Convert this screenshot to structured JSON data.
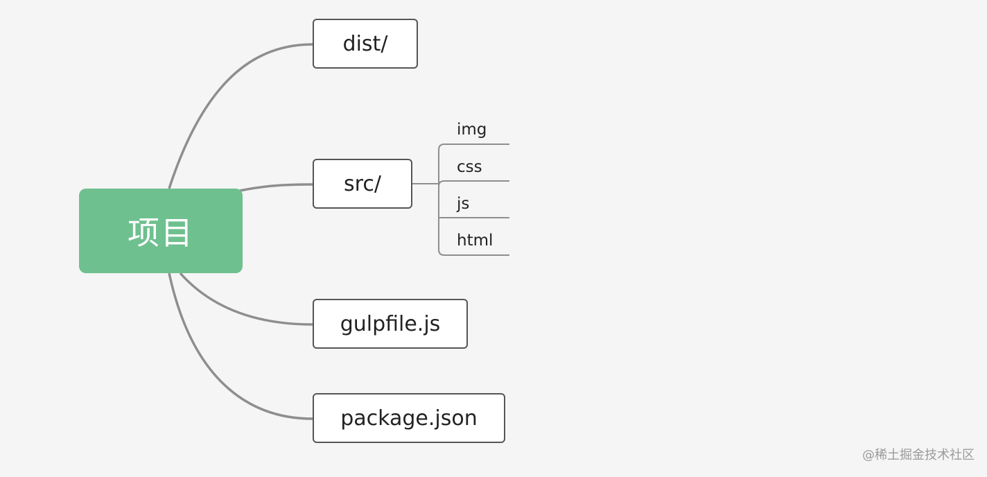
{
  "root": {
    "label": "项目",
    "color": "#6fc08f"
  },
  "children": [
    {
      "label": "dist/"
    },
    {
      "label": "src/",
      "children": [
        "img",
        "css",
        "js",
        "html"
      ]
    },
    {
      "label": "gulpfile.js"
    },
    {
      "label": "package.json"
    }
  ],
  "watermark": "@稀土掘金技术社区",
  "colors": {
    "background": "#f5f5f5",
    "connector": "#8e8e8e",
    "node_border": "#555555"
  }
}
